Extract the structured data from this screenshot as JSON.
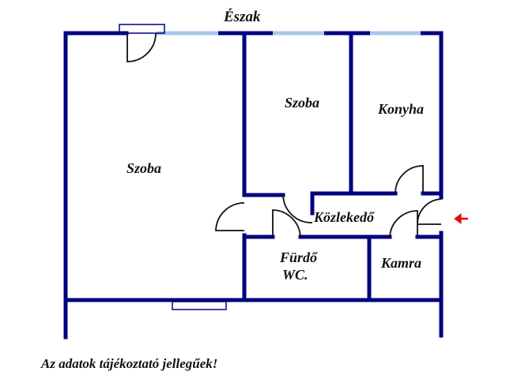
{
  "floorplan": {
    "compass_north": "Észak",
    "rooms": [
      {
        "id": "room-large",
        "label": "Szoba"
      },
      {
        "id": "room-small",
        "label": "Szoba"
      },
      {
        "id": "kitchen",
        "label": "Konyha"
      },
      {
        "id": "hallway",
        "label": "Közlekedő"
      },
      {
        "id": "bathroom",
        "label": "Fürdő"
      },
      {
        "id": "bathroom-wc",
        "label": "WC."
      },
      {
        "id": "pantry",
        "label": "Kamra"
      }
    ],
    "entrance_arrow": "←",
    "disclaimer": "Az adatok tájékoztató jellegűek!"
  },
  "colors": {
    "wall": "#00007f",
    "window": "#a8c8e8",
    "door": "#111111",
    "entrance_arrow": "#e01010"
  }
}
